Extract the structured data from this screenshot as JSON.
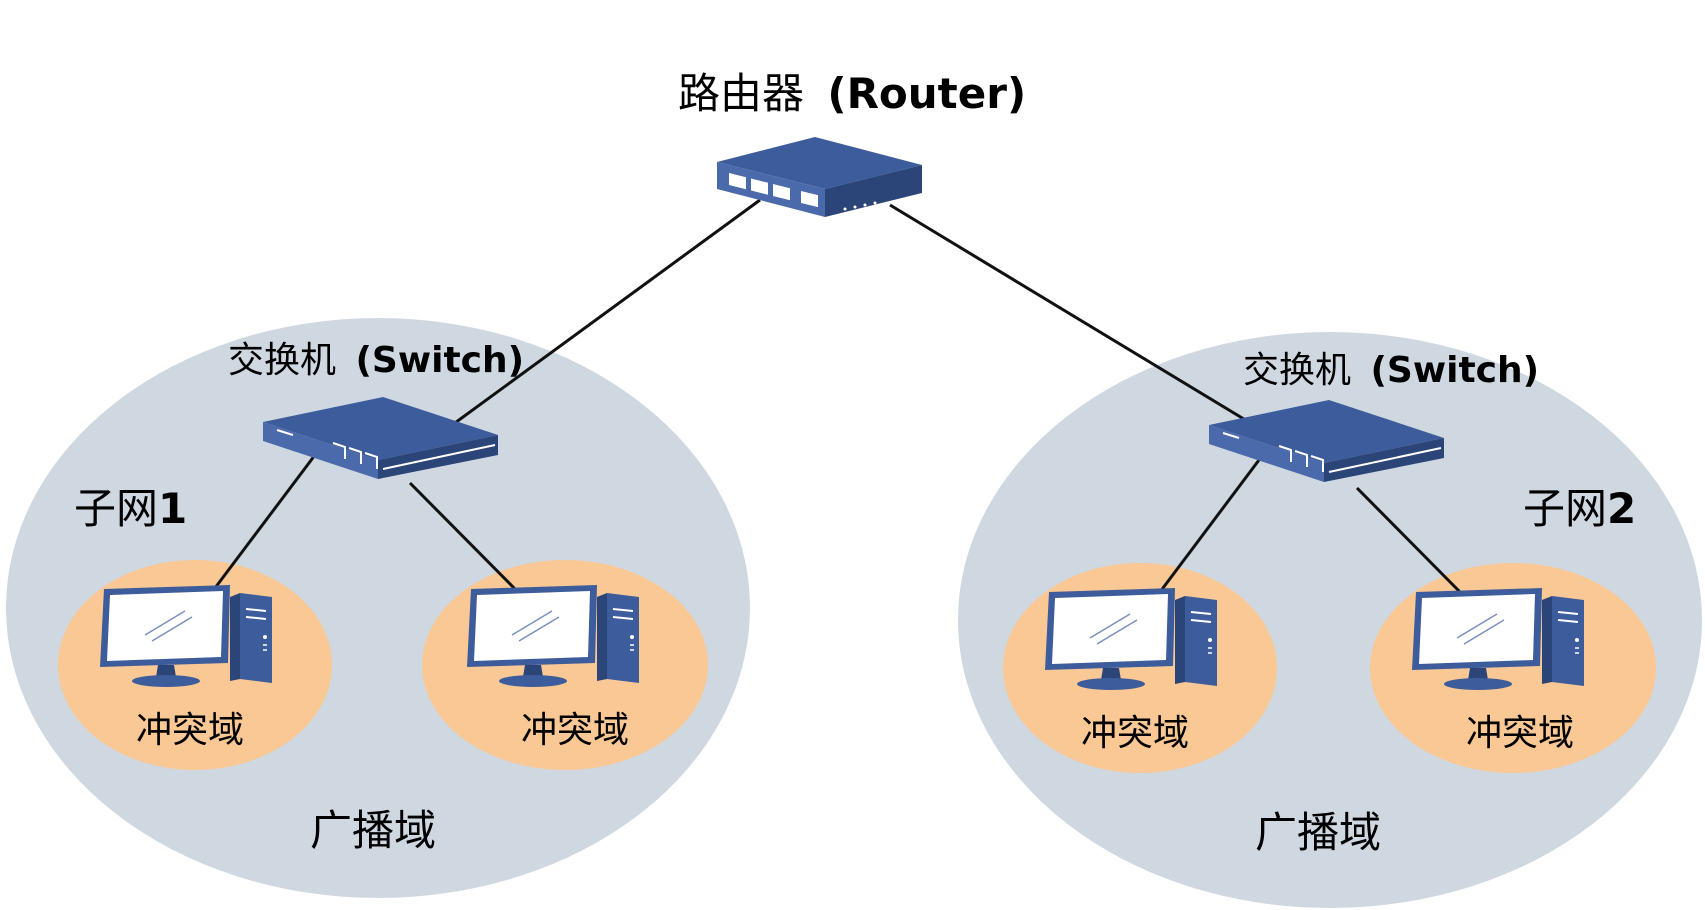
{
  "router": {
    "label": "路由器",
    "label_en": "(Router)"
  },
  "subnets": [
    {
      "label": "子网",
      "number": "1",
      "switch_label": "交换机",
      "switch_label_en": "(Switch)",
      "broadcast_label": "广播域",
      "collision_domains": [
        {
          "label": "冲突域"
        },
        {
          "label": "冲突域"
        }
      ]
    },
    {
      "label": "子网",
      "number": "2",
      "switch_label": "交换机",
      "switch_label_en": "(Switch)",
      "broadcast_label": "广播域",
      "collision_domains": [
        {
          "label": "冲突域"
        },
        {
          "label": "冲突域"
        }
      ]
    }
  ],
  "colors": {
    "broadcast_domain": "#cfd8e1",
    "collision_domain": "#f9c894",
    "device_blue": "#3d5c9c",
    "device_dark": "#2c4578",
    "link": "#111111"
  }
}
